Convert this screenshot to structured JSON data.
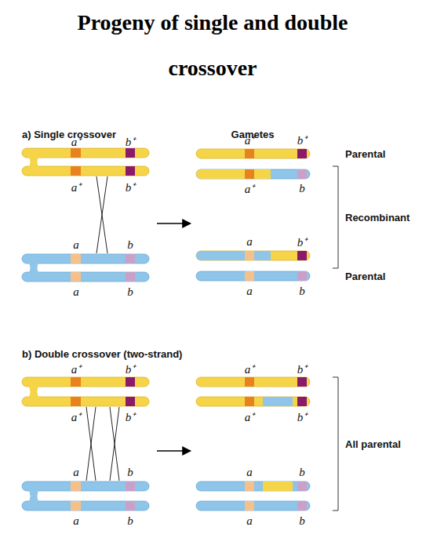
{
  "diagram": {
    "title": "Progeny of single and double crossover",
    "labels": [
      "a) Single crossover",
      "Gametes",
      "a⁺",
      "b⁺",
      "a⁺",
      "b⁺",
      "Parental",
      "a⁺",
      "b⁺",
      "a⁺",
      "b",
      "Recombinant",
      "a",
      "b",
      "a",
      "b⁺",
      "Parental",
      "a",
      "b",
      "a",
      "b",
      "b) Double crossover (two-strand)",
      "a⁺",
      "b⁺",
      "a⁺",
      "b⁺",
      "a⁺",
      "b⁺",
      "a⁺",
      "b⁺",
      "All parental",
      "a",
      "b",
      "a",
      "b",
      "a",
      "b",
      "a",
      "b"
    ]
  }
}
